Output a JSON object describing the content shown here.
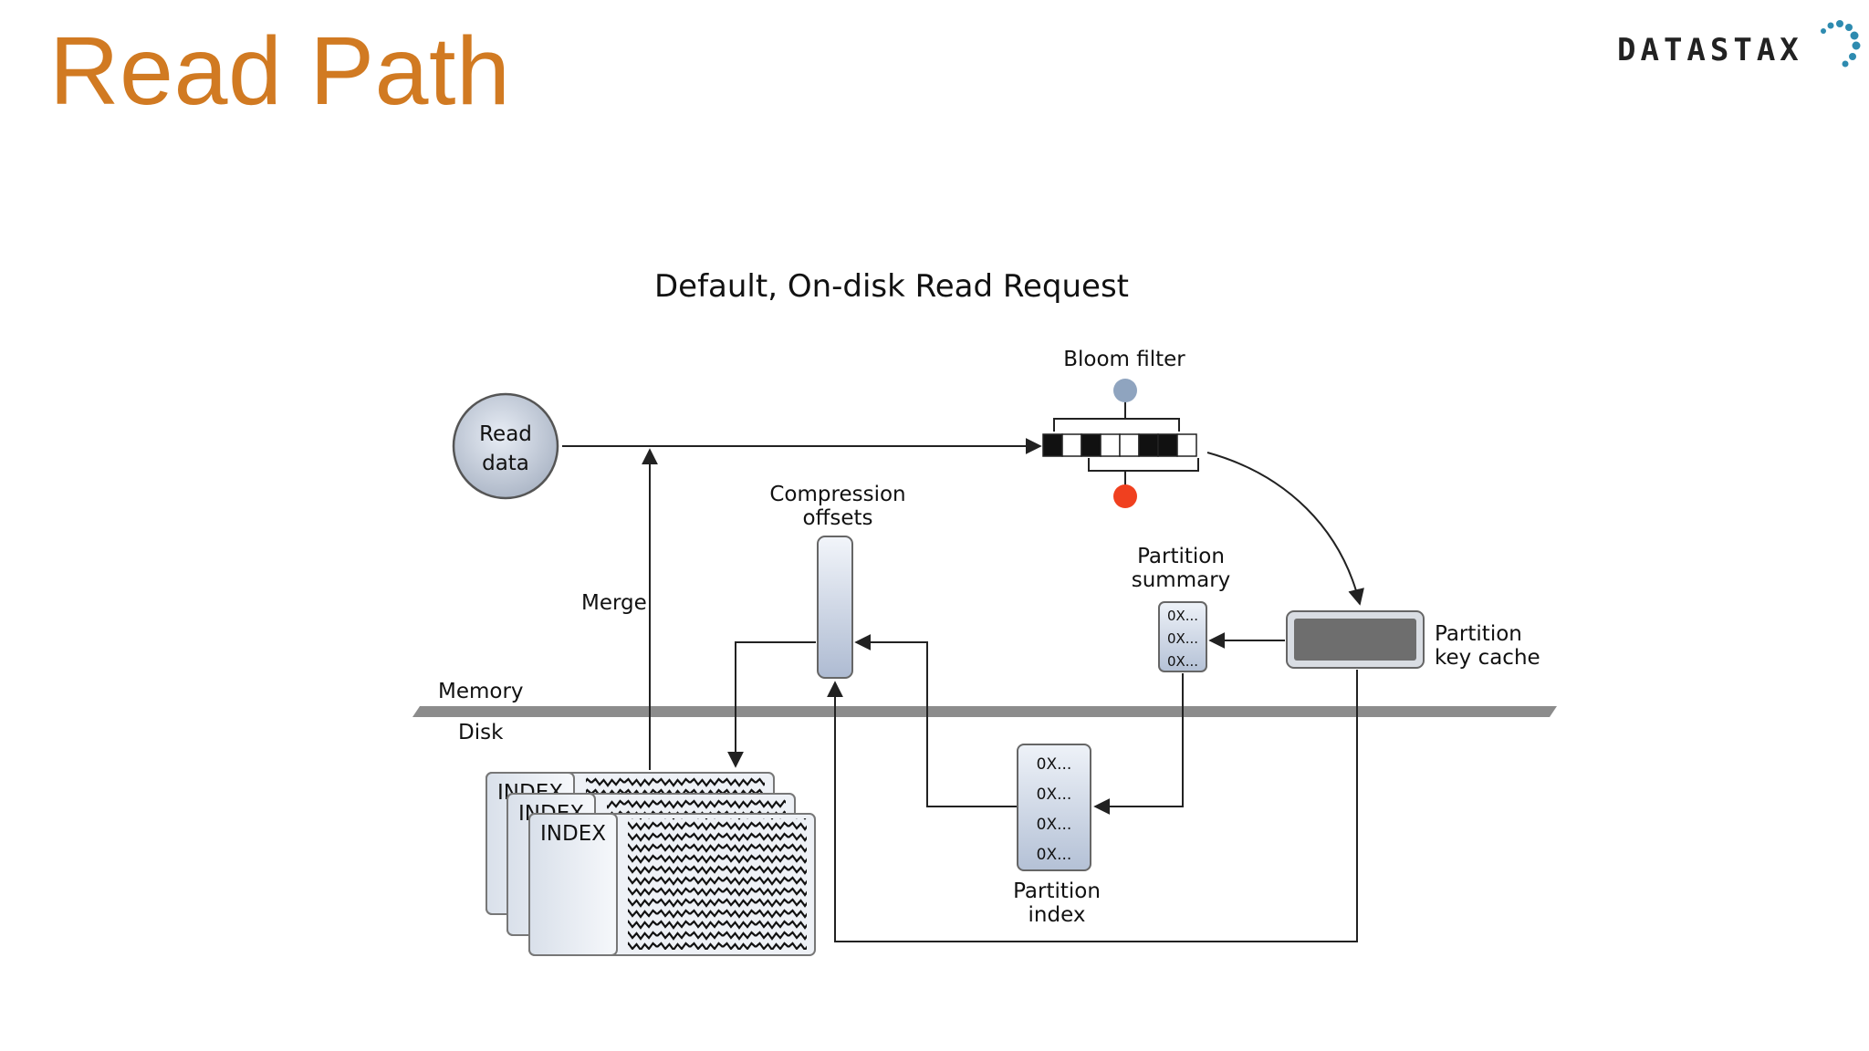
{
  "slide": {
    "title": "Read Path",
    "title_color": "#D17A22",
    "logo_text": "DATASTAX",
    "logo_color": "#222222",
    "logo_dot_color": "#2E8BB0"
  },
  "diagram": {
    "heading": "Default, On-disk Read Request",
    "read_data": [
      "Read",
      "data"
    ],
    "bloom_filter": "Bloom filter",
    "compression_offsets": [
      "Compression",
      "offsets"
    ],
    "partition_summary": [
      "Partition",
      "summary"
    ],
    "partition_key_cache": [
      "Partition",
      "key cache"
    ],
    "partition_index": [
      "Partition",
      "index"
    ],
    "merge": "Merge",
    "memory": "Memory",
    "disk": "Disk",
    "summary_entries": [
      "0X...",
      "0X...",
      "0X..."
    ],
    "index_entries": [
      "0X...",
      "0X...",
      "0X...",
      "0X..."
    ],
    "sstable_index_label": "INDEX",
    "colors": {
      "bloom_top_dot": "#8FA4BF",
      "bloom_bottom_dot": "#F0401F",
      "divider": "#8C8C8C",
      "key_cache_fill": "#6E6E6E",
      "line": "#222222"
    }
  }
}
